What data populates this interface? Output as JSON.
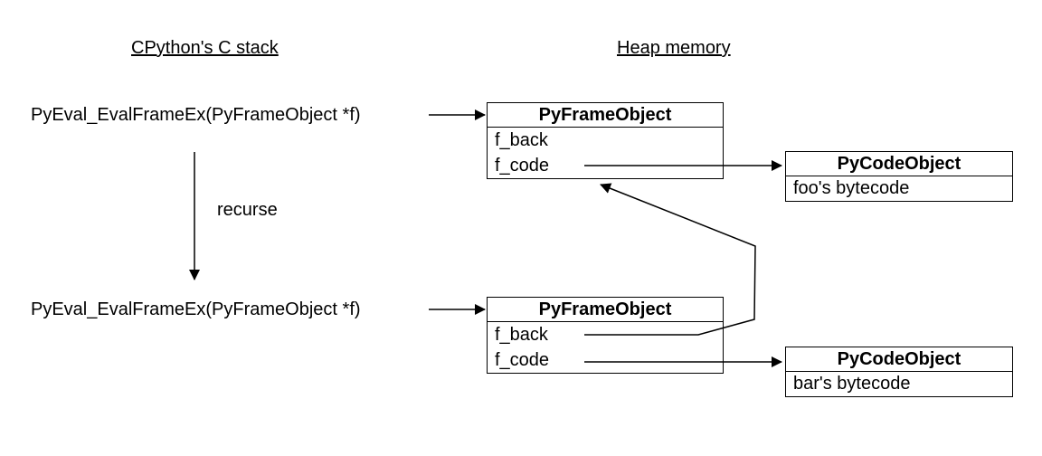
{
  "headings": {
    "c_stack": "CPython's C stack",
    "heap": "Heap memory"
  },
  "calls": [
    {
      "text": "PyEval_EvalFrameEx(PyFrameObject *f)"
    },
    {
      "text": "PyEval_EvalFrameEx(PyFrameObject *f)"
    }
  ],
  "recurse_label": "recurse",
  "frames": [
    {
      "title": "PyFrameObject",
      "fields": [
        "f_back",
        "f_code"
      ]
    },
    {
      "title": "PyFrameObject",
      "fields": [
        "f_back",
        "f_code"
      ]
    }
  ],
  "code_objects": [
    {
      "title": "PyCodeObject",
      "body": "foo's bytecode"
    },
    {
      "title": "PyCodeObject",
      "body": "bar's bytecode"
    }
  ]
}
